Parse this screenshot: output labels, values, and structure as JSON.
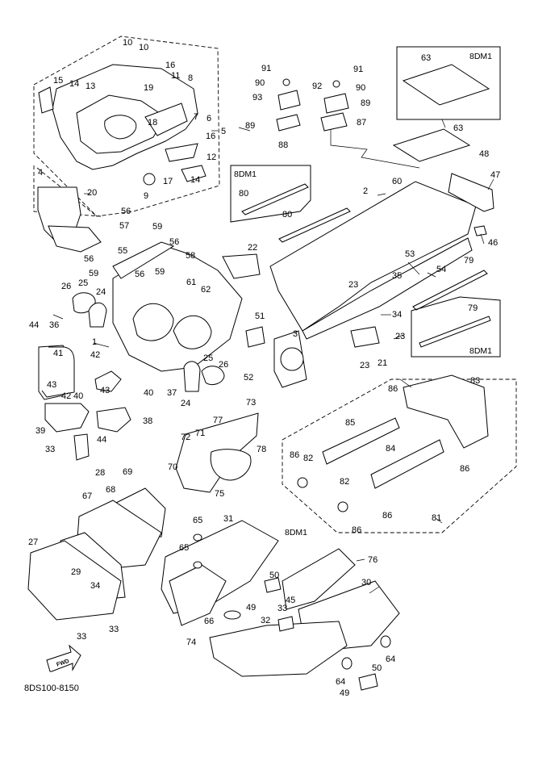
{
  "callouts": [
    {
      "id": "10a",
      "text": "10"
    },
    {
      "id": "10b",
      "text": "10"
    },
    {
      "id": "16a",
      "text": "16"
    },
    {
      "id": "19",
      "text": "19"
    },
    {
      "id": "15",
      "text": "15"
    },
    {
      "id": "14a",
      "text": "14"
    },
    {
      "id": "13",
      "text": "13"
    },
    {
      "id": "11",
      "text": "11"
    },
    {
      "id": "8",
      "text": "8"
    },
    {
      "id": "18",
      "text": "18"
    },
    {
      "id": "7",
      "text": "7"
    },
    {
      "id": "6",
      "text": "6"
    },
    {
      "id": "5",
      "text": "5"
    },
    {
      "id": "16b",
      "text": "16"
    },
    {
      "id": "12",
      "text": "12"
    },
    {
      "id": "17",
      "text": "17"
    },
    {
      "id": "14b",
      "text": "14"
    },
    {
      "id": "9",
      "text": "9"
    },
    {
      "id": "4",
      "text": "4"
    },
    {
      "id": "20",
      "text": "20"
    },
    {
      "id": "91a",
      "text": "91"
    },
    {
      "id": "90a",
      "text": "90"
    },
    {
      "id": "93",
      "text": "93"
    },
    {
      "id": "89a",
      "text": "89"
    },
    {
      "id": "88",
      "text": "88"
    },
    {
      "id": "91b",
      "text": "91"
    },
    {
      "id": "92",
      "text": "92"
    },
    {
      "id": "90b",
      "text": "90"
    },
    {
      "id": "89b",
      "text": "89"
    },
    {
      "id": "87",
      "text": "87"
    },
    {
      "id": "63a",
      "text": "63"
    },
    {
      "id": "63b",
      "text": "63"
    },
    {
      "id": "48",
      "text": "48"
    },
    {
      "id": "47",
      "text": "47"
    },
    {
      "id": "80a",
      "text": "80"
    },
    {
      "id": "80b",
      "text": "80"
    },
    {
      "id": "2",
      "text": "2"
    },
    {
      "id": "60",
      "text": "60"
    },
    {
      "id": "46",
      "text": "46"
    },
    {
      "id": "56a",
      "text": "56"
    },
    {
      "id": "57",
      "text": "57"
    },
    {
      "id": "59a",
      "text": "59"
    },
    {
      "id": "55",
      "text": "55"
    },
    {
      "id": "56b",
      "text": "56"
    },
    {
      "id": "56c",
      "text": "56"
    },
    {
      "id": "58",
      "text": "58"
    },
    {
      "id": "59b",
      "text": "59"
    },
    {
      "id": "59c",
      "text": "59"
    },
    {
      "id": "56d",
      "text": "56"
    },
    {
      "id": "61",
      "text": "61"
    },
    {
      "id": "62",
      "text": "62"
    },
    {
      "id": "22",
      "text": "22"
    },
    {
      "id": "53",
      "text": "53"
    },
    {
      "id": "79a",
      "text": "79"
    },
    {
      "id": "54",
      "text": "54"
    },
    {
      "id": "23a",
      "text": "23"
    },
    {
      "id": "35",
      "text": "35"
    },
    {
      "id": "26a",
      "text": "26"
    },
    {
      "id": "25a",
      "text": "25"
    },
    {
      "id": "24a",
      "text": "24"
    },
    {
      "id": "34a",
      "text": "34"
    },
    {
      "id": "79b",
      "text": "79"
    },
    {
      "id": "44a",
      "text": "44"
    },
    {
      "id": "36",
      "text": "36"
    },
    {
      "id": "1",
      "text": "1"
    },
    {
      "id": "51",
      "text": "51"
    },
    {
      "id": "3",
      "text": "3"
    },
    {
      "id": "23b",
      "text": "23"
    },
    {
      "id": "41",
      "text": "41"
    },
    {
      "id": "42a",
      "text": "42"
    },
    {
      "id": "25b",
      "text": "25"
    },
    {
      "id": "26b",
      "text": "26"
    },
    {
      "id": "21",
      "text": "21"
    },
    {
      "id": "23c",
      "text": "23"
    },
    {
      "id": "52",
      "text": "52"
    },
    {
      "id": "43a",
      "text": "43"
    },
    {
      "id": "42b",
      "text": "42"
    },
    {
      "id": "40a",
      "text": "40"
    },
    {
      "id": "43b",
      "text": "43"
    },
    {
      "id": "37",
      "text": "37"
    },
    {
      "id": "24b",
      "text": "24"
    },
    {
      "id": "40b",
      "text": "40"
    },
    {
      "id": "39",
      "text": "39"
    },
    {
      "id": "44b",
      "text": "44"
    },
    {
      "id": "38",
      "text": "38"
    },
    {
      "id": "73",
      "text": "73"
    },
    {
      "id": "86a",
      "text": "86"
    },
    {
      "id": "83",
      "text": "83"
    },
    {
      "id": "77",
      "text": "77"
    },
    {
      "id": "71",
      "text": "71"
    },
    {
      "id": "72",
      "text": "72"
    },
    {
      "id": "78",
      "text": "78"
    },
    {
      "id": "33a",
      "text": "33"
    },
    {
      "id": "28",
      "text": "28"
    },
    {
      "id": "70",
      "text": "70"
    },
    {
      "id": "75",
      "text": "75"
    },
    {
      "id": "85",
      "text": "85"
    },
    {
      "id": "86b",
      "text": "86"
    },
    {
      "id": "82a",
      "text": "82"
    },
    {
      "id": "84",
      "text": "84"
    },
    {
      "id": "86c",
      "text": "86"
    },
    {
      "id": "69",
      "text": "69"
    },
    {
      "id": "68",
      "text": "68"
    },
    {
      "id": "67",
      "text": "67"
    },
    {
      "id": "82b",
      "text": "82"
    },
    {
      "id": "86d",
      "text": "86"
    },
    {
      "id": "86e",
      "text": "86"
    },
    {
      "id": "81",
      "text": "81"
    },
    {
      "id": "31",
      "text": "31"
    },
    {
      "id": "65a",
      "text": "65"
    },
    {
      "id": "27",
      "text": "27"
    },
    {
      "id": "65b",
      "text": "65"
    },
    {
      "id": "76",
      "text": "76"
    },
    {
      "id": "29",
      "text": "29"
    },
    {
      "id": "34b",
      "text": "34"
    },
    {
      "id": "50a",
      "text": "50"
    },
    {
      "id": "30",
      "text": "30"
    },
    {
      "id": "45",
      "text": "45"
    },
    {
      "id": "49a",
      "text": "49"
    },
    {
      "id": "33b",
      "text": "33"
    },
    {
      "id": "32",
      "text": "32"
    },
    {
      "id": "66",
      "text": "66"
    },
    {
      "id": "33c",
      "text": "33"
    },
    {
      "id": "33d",
      "text": "33"
    },
    {
      "id": "74",
      "text": "74"
    },
    {
      "id": "64a",
      "text": "64"
    },
    {
      "id": "64b",
      "text": "64"
    },
    {
      "id": "50b",
      "text": "50"
    },
    {
      "id": "49b",
      "text": "49"
    }
  ],
  "variant_labels": {
    "box_63": "8DM1",
    "box_80": "8DM1",
    "box_79": "8DM1",
    "box_81": "8DM1"
  },
  "fwd_arrow_label": "FWD",
  "figure_code": "8DS100-8150"
}
